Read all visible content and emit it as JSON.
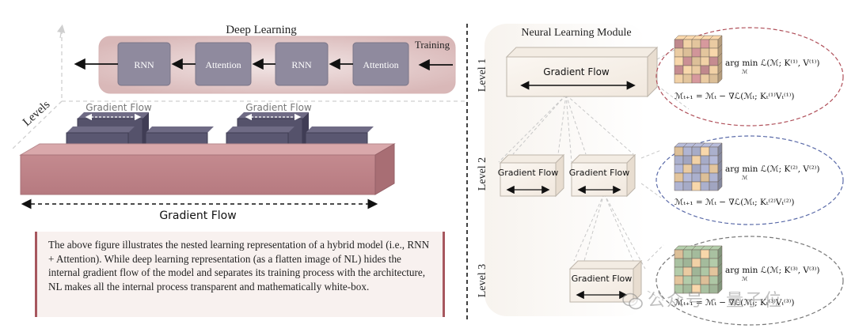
{
  "left_panel": {
    "title": "Deep Learning",
    "training_label": "Training",
    "blocks": [
      "RNN",
      "Attention",
      "RNN",
      "Attention"
    ],
    "levels_label": "Levels",
    "gradient_flow_top_a": "Gradient Flow",
    "gradient_flow_top_b": "Gradient Flow",
    "gradient_flow_bottom": "Gradient Flow",
    "caption": "The above figure illustrates the nested learning representation of a hybrid model (i.e., RNN + Attention). While deep learning representation (as a flatten image of NL) hides the internal gradient flow of the model and separates its training process with the architecture, NL makes all the internal process transparent and mathematically white-box."
  },
  "right_panel": {
    "title": "Neural Learning Module",
    "level_labels": [
      "Level 1",
      "Level 2",
      "Level 3"
    ],
    "box_label_l1": "Gradient Flow",
    "box_label_l2a": "Gradient Flow",
    "box_label_l2b": "Gradient Flow",
    "box_label_l3": "Gradient Flow",
    "eq_l1_top": "arg min ℒ(ℳ; K⁽¹⁾, V⁽¹⁾)",
    "eq_l1_bottom": "ℳₜ₊₁ = ℳₜ − ∇ℒ(ℳₜ; Kₜ⁽¹⁾Vₜ⁽¹⁾)",
    "eq_l2_top": "arg min ℒ(ℳ; K⁽²⁾, V⁽²⁾)",
    "eq_l2_bottom": "ℳₜ₊₁ = ℳₜ − ∇ℒ(ℳₜ; Kₜ⁽²⁾Vₜ⁽²⁾)",
    "eq_l3_top": "arg min ℒ(ℳ; K⁽³⁾, V⁽³⁾)",
    "eq_l3_bottom": "ℳₜ₊₁ = ℳₜ − ∇ℒ(ℳₜ; Kₜ⁽³⁾Vₜ⁽³⁾)",
    "argmin_sub": "ℳ"
  },
  "watermark": "公众号 · 量子位",
  "colors": {
    "training_bar": "#e6cdcc",
    "block_fill": "#8f8a9e",
    "slab_fill": "#c98f93",
    "level1_cube": "#e8c9a0",
    "level2_cube": "#a9aecb",
    "level3_cube": "#a7bf9f",
    "ellipse_red": "#b0505a",
    "ellipse_blue": "#5a6aa8"
  }
}
